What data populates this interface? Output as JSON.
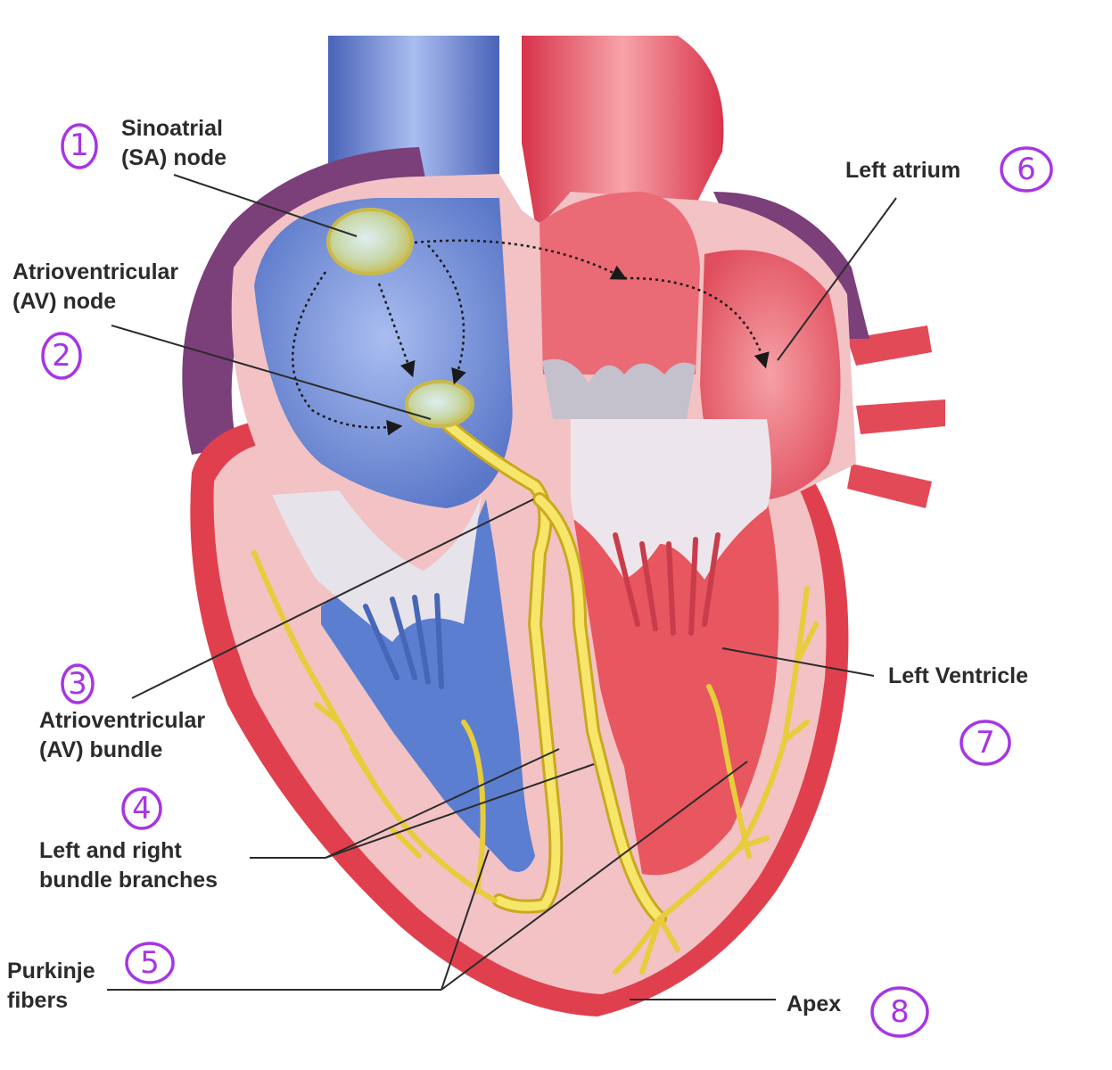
{
  "labels": {
    "sa_node": "Sinoatrial\n(SA) node",
    "av_node": "Atrioventricular\n(AV) node",
    "av_bundle": "Atrioventricular\n(AV) bundle",
    "bundle_branches": "Left and right\nbundle branches",
    "purkinje": "Purkinje\nfibers",
    "left_atrium": "Left atrium",
    "left_ventricle": "Left Ventricle",
    "apex": "Apex"
  },
  "annotation_numbers": {
    "n1": "1",
    "n2": "2",
    "n3": "3",
    "n4": "4",
    "n5": "5",
    "n6": "6",
    "n7": "7",
    "n8": "8"
  },
  "colors": {
    "annotation": "#a635e6",
    "label_text": "#2b2b2b",
    "myocardium": "#f2c2c4",
    "outer_wall": "#e0404e",
    "right_chamber": "#6f8fd8",
    "left_chamber": "#ec6f78",
    "conduction": "#f2e04f",
    "pericardium": "#7b3f7a"
  }
}
